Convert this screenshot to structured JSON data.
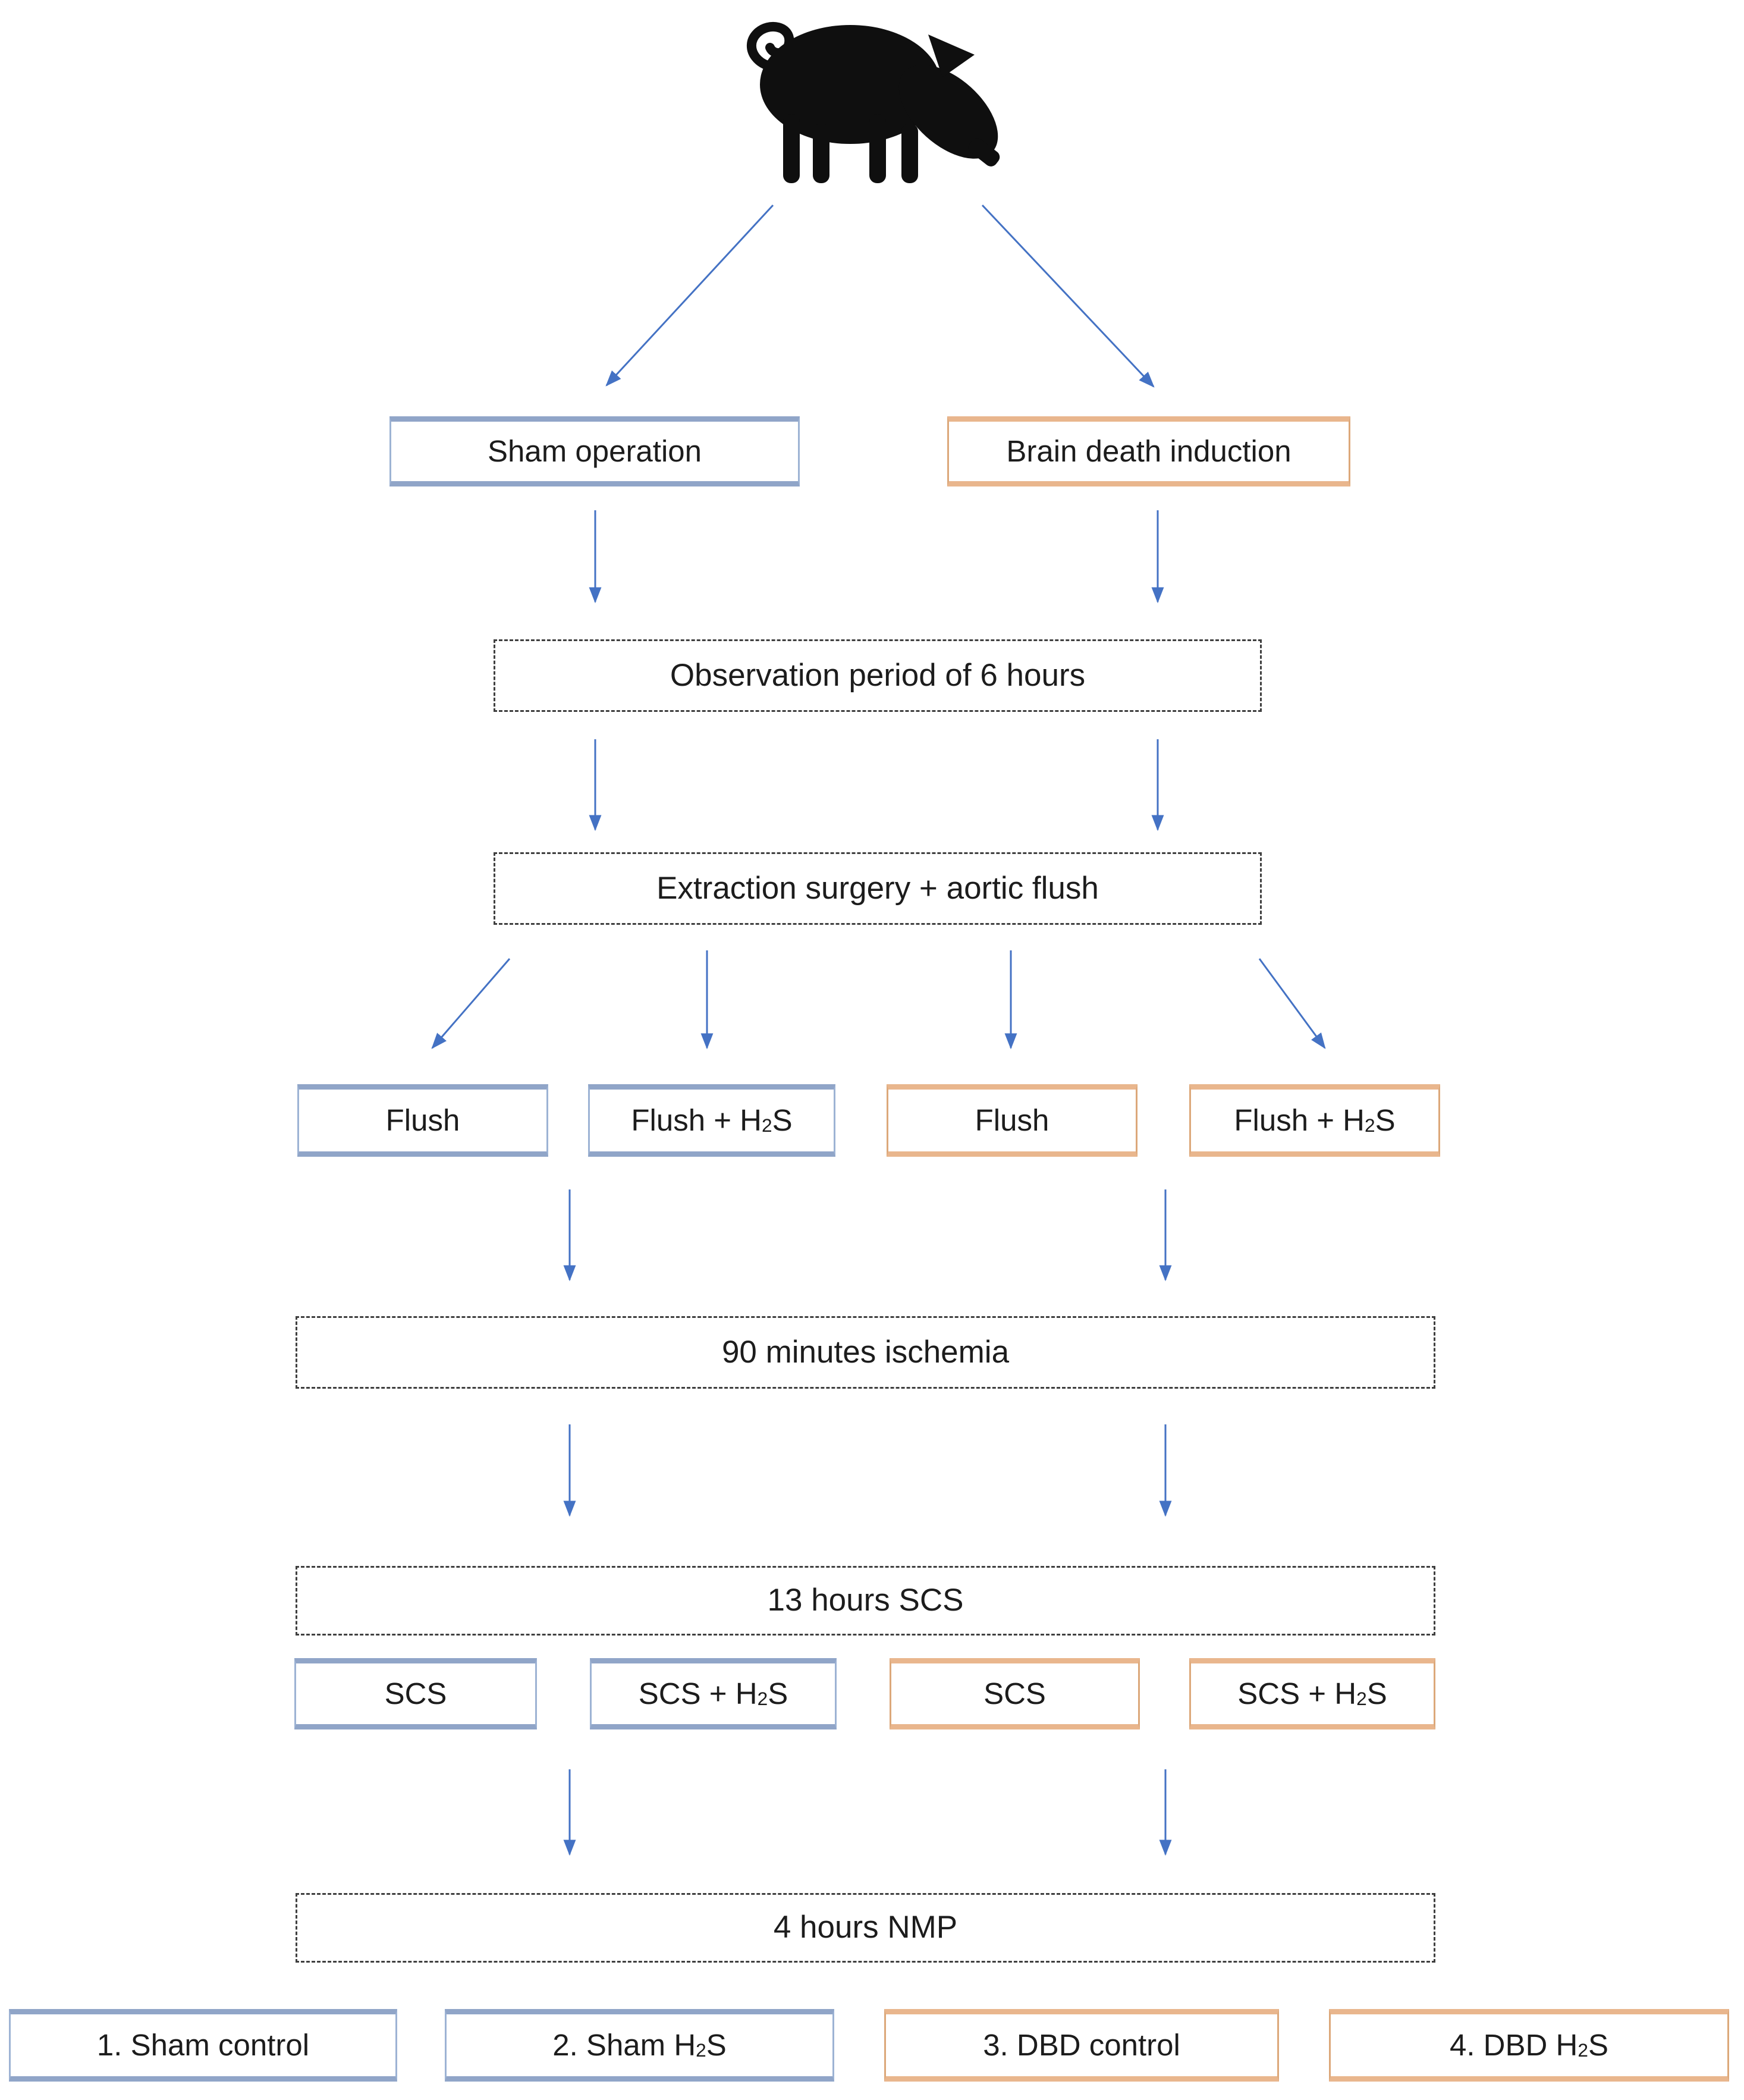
{
  "figure": {
    "type": "flowchart",
    "subject_icon": "pig",
    "colors": {
      "arrow_blue": "#4472C4",
      "sham_border_blue": "#90a5c8",
      "dbd_border_orange": "#e9b68d",
      "dashed_border": "#3f3f3f",
      "text": "#1c1c1c"
    },
    "top_row": [
      {
        "label": "Sham operation",
        "group": "sham"
      },
      {
        "label": "Brain death induction",
        "group": "dbd"
      }
    ],
    "shared_stages": {
      "observation": "Observation period of 6 hours",
      "extraction": "Extraction surgery + aortic flush",
      "ischemia": "90 minutes ischemia",
      "scs": "13 hours SCS",
      "nmp": "4 hours NMP"
    },
    "flush_row": [
      {
        "pre": "Flush",
        "sub": "",
        "post": "",
        "group": "sham"
      },
      {
        "pre": "Flush + H",
        "sub": "2",
        "post": "S",
        "group": "sham"
      },
      {
        "pre": "Flush",
        "sub": "",
        "post": "",
        "group": "dbd"
      },
      {
        "pre": "Flush + H",
        "sub": "2",
        "post": "S",
        "group": "dbd"
      }
    ],
    "scs_row": [
      {
        "pre": "SCS",
        "sub": "",
        "post": "",
        "group": "sham"
      },
      {
        "pre": "SCS + H",
        "sub": "2",
        "post": "S",
        "group": "sham"
      },
      {
        "pre": "SCS",
        "sub": "",
        "post": "",
        "group": "dbd"
      },
      {
        "pre": "SCS + H",
        "sub": "2",
        "post": "S",
        "group": "dbd"
      }
    ],
    "legend_row": [
      {
        "pre": "1. Sham control",
        "sub": "",
        "post": "",
        "group": "sham"
      },
      {
        "pre": "2. Sham H",
        "sub": "2",
        "post": "S",
        "group": "sham"
      },
      {
        "pre": "3. DBD control",
        "sub": "",
        "post": "",
        "group": "dbd"
      },
      {
        "pre": "4. DBD H",
        "sub": "2",
        "post": "S",
        "group": "dbd"
      }
    ]
  }
}
